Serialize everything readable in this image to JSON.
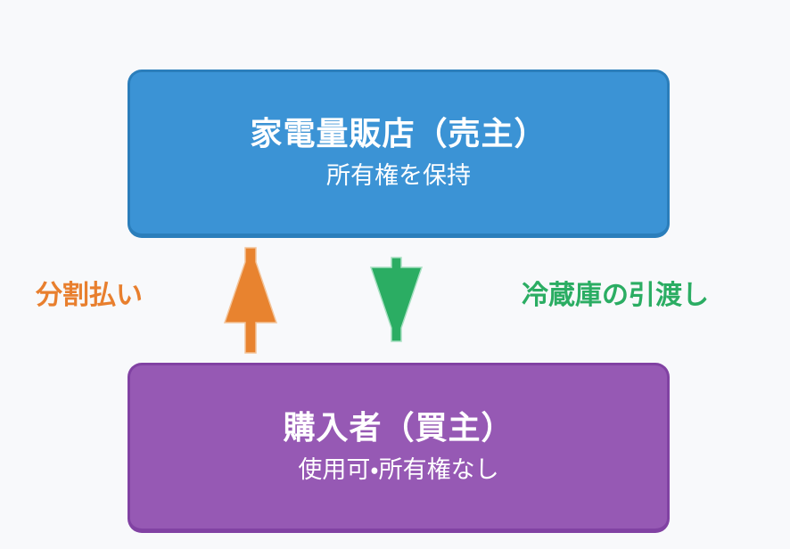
{
  "diagram": {
    "background_color": "#F8F9FB",
    "seller_box": {
      "title": "家電量販店（売主）",
      "subtitle": "所有権を保持",
      "fill_color": "#3B93D5",
      "border_color": "#2B7EBB",
      "text_color": "#FFFFFF"
    },
    "buyer_box": {
      "title": "購入者（買主）",
      "subtitle": "使用可・所有権なし",
      "fill_color": "#9659B4",
      "border_color": "#8142A3",
      "text_color": "#FFFFFF"
    },
    "flows": {
      "left": {
        "label": "分割払い",
        "direction": "up",
        "from": "購入者（買主）",
        "to": "家電量販店（売主）",
        "color": "#E8832F"
      },
      "right": {
        "label": "冷蔵庫の引渡し",
        "direction": "down",
        "from": "家電量販店（売主）",
        "to": "購入者（買主）",
        "color": "#2BAD63"
      }
    }
  }
}
